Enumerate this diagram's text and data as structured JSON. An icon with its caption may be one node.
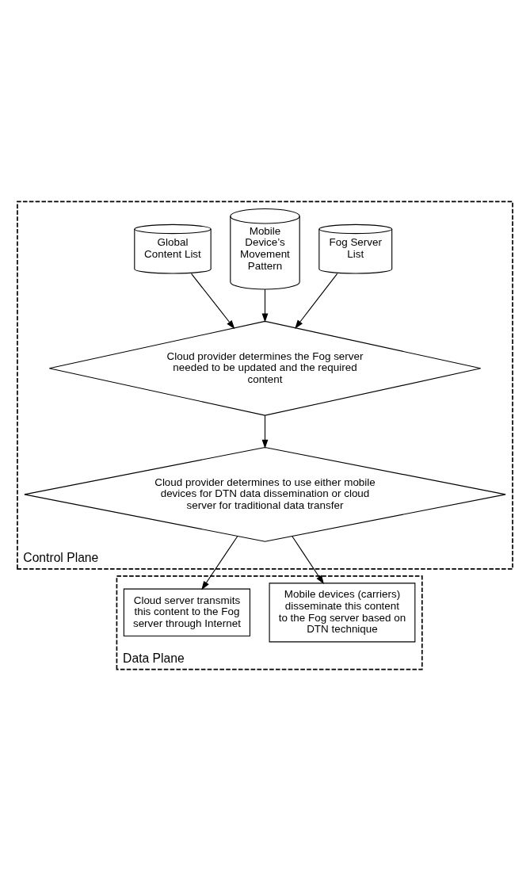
{
  "diagram": {
    "nodes": [
      {
        "text": [
          "Control Plane"
        ]
      },
      {
        "text": [
          "Fog Server List"
        ],
        "in": 0
      },
      {
        "text": [
          "Mobile Device’s Movement Pattern"
        ],
        "in": 0
      },
      {
        "text": [
          "Global Content List"
        ],
        "in": 0
      },
      {
        "text": [
          "Cloud provider determines the Fog server needed to be updated and the required content"
        ],
        "in": 0
      },
      {
        "text": [
          "Cloud provider determines to use either mobile devices for DTN data dissemination or cloud server for traditional data transfer"
        ],
        "in": 0
      },
      {
        "text": [
          "Data Plane"
        ]
      },
      {
        "text": [
          "Mobile devices (carriers) disseminate this content to the Fog server based on DTN technique"
        ],
        "in": 6
      },
      {
        "text": [
          "Cloud server transmits this content to the Fog server through Internet"
        ],
        "in": 6
      }
    ],
    "edges": [
      {
        "from": 1,
        "to": 4,
        "arrow": "to"
      },
      {
        "from": 2,
        "to": 4,
        "arrow": "to"
      },
      {
        "from": 3,
        "to": 4,
        "arrow": "to"
      },
      {
        "from": 4,
        "to": 5,
        "arrow": "to"
      },
      {
        "from": 5,
        "to": 7,
        "arrow": "to"
      },
      {
        "from": 5,
        "to": 8,
        "arrow": "to"
      }
    ]
  }
}
